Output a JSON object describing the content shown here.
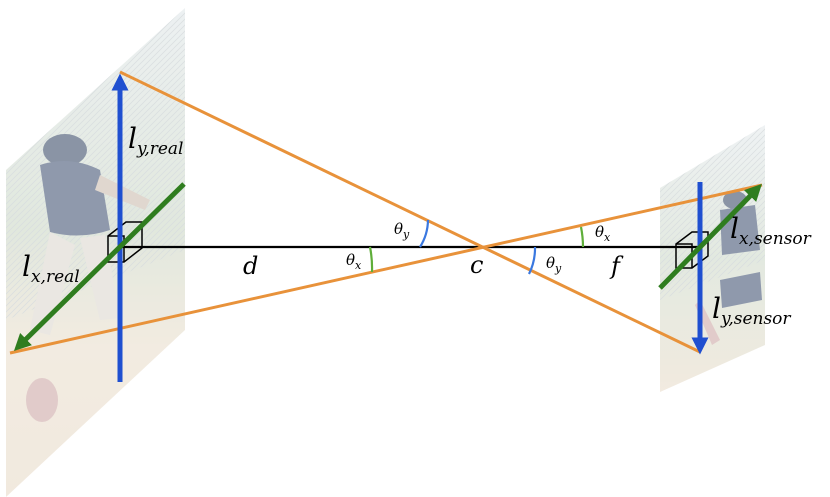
{
  "labels": {
    "ly_real_main": "l",
    "ly_real_sub": "y,real",
    "lx_real_main": "l",
    "lx_real_sub": "x,real",
    "lx_sensor_main": "l",
    "lx_sensor_sub": "x,sensor",
    "ly_sensor_main": "l",
    "ly_sensor_sub": "y,sensor",
    "d": "d",
    "c": "c",
    "f": "f",
    "theta": "θ",
    "sub_x": "x",
    "sub_y": "y"
  },
  "colors": {
    "vertical_arrow": "#1f4fd0",
    "horizontal_arrow": "#2f7d1f",
    "rays": "#e8923a",
    "axis": "#000000",
    "angle_y_arc": "#3a78e0",
    "angle_x_arc": "#5fae3a",
    "photo_tint": "#cbd6dd"
  }
}
